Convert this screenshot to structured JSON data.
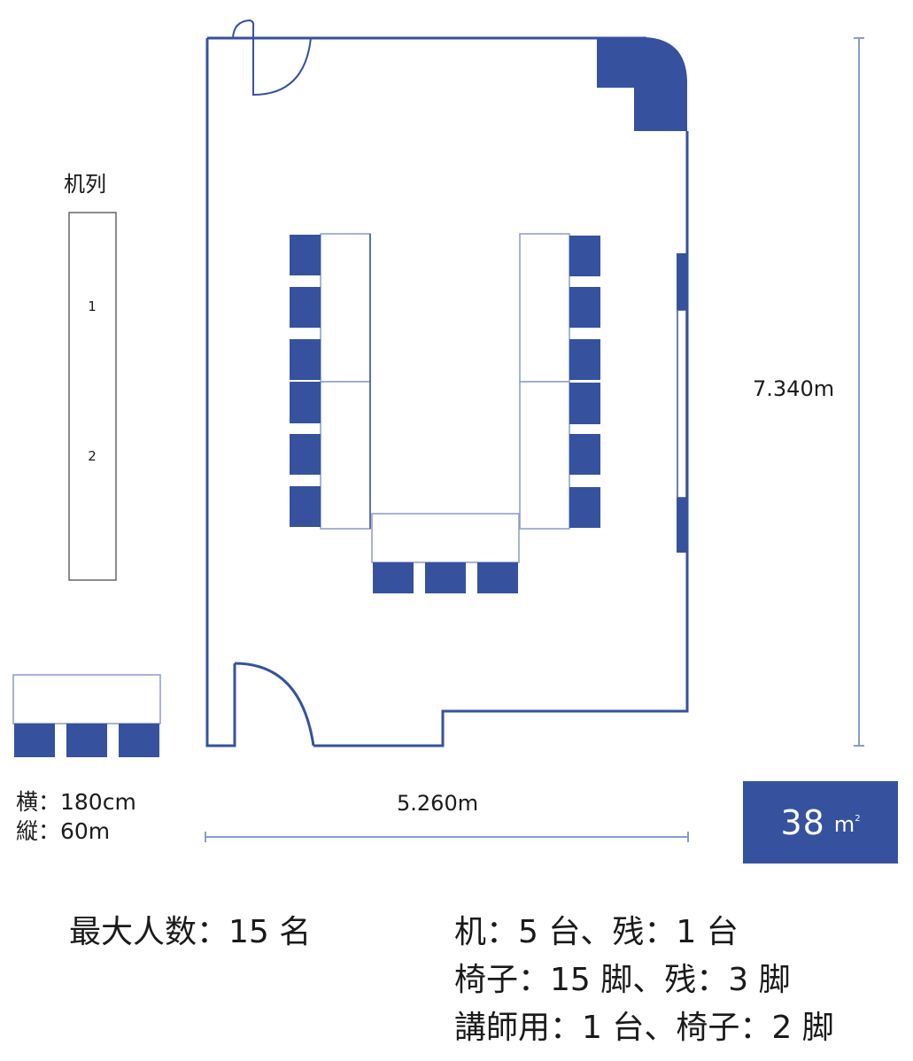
{
  "colors": {
    "wall": "#36529e",
    "chair": "#36529e",
    "table_border": "#8a9cc8",
    "dimension_line": "#8a9cc8",
    "area_badge_bg": "#36529e",
    "area_badge_text": "#ffffff",
    "legend_border": "#666666"
  },
  "legend": {
    "title": "机列",
    "rows": [
      {
        "label": "1"
      },
      {
        "label": "2"
      }
    ]
  },
  "table_spec": {
    "width_line": "横：180cm",
    "depth_line": "縦：60m",
    "chairs_per_table": 3
  },
  "dimensions": {
    "width": "5.260m",
    "height": "7.340m"
  },
  "area": {
    "value": "38",
    "unit": "m",
    "unit_sup": "2"
  },
  "layout": {
    "style": "U-shape",
    "left_tables": 2,
    "right_tables": 2,
    "front_tables": 1,
    "left_chairs": 6,
    "right_chairs": 6,
    "front_chairs": 3,
    "doors": 2,
    "windows": 1
  },
  "summary": {
    "capacity": "最大人数：15 名",
    "desks": "机：5 台、残：1 台",
    "chairs": "椅子：15 脚、残：3 脚",
    "lecturer": "講師用：1 台、椅子：2 脚"
  }
}
